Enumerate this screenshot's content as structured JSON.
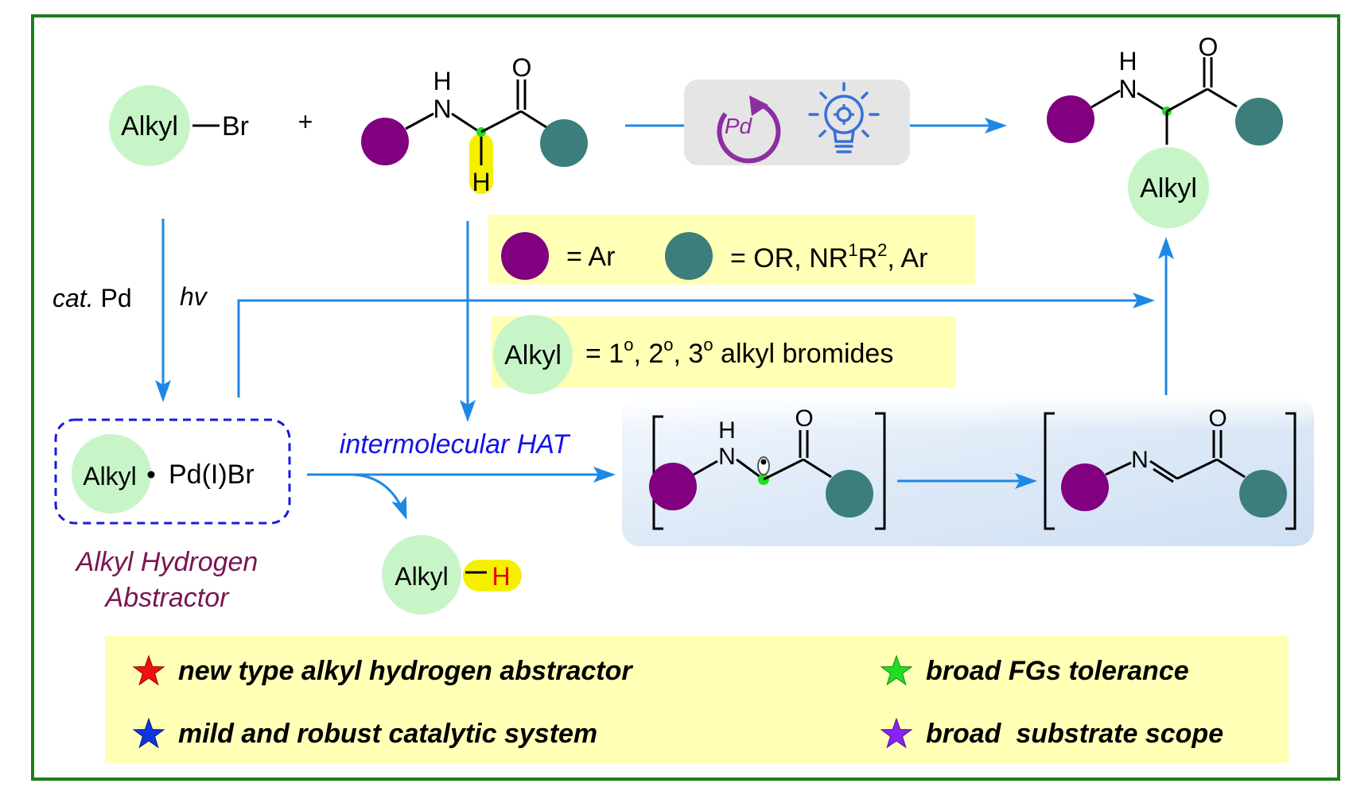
{
  "colors": {
    "frame": "#1e7d1e",
    "arrow": "#1e88e5",
    "purple": "#800080",
    "teal": "#3b7e7c",
    "alkyl_bubble": "#c8f5c8",
    "highlight": "#ffff9e",
    "yellow_strong": "#f5f000",
    "abstractor_text": "#7a1650",
    "hat_text": "#1414e6",
    "box_border": "#1a1adc",
    "red_h": "#e60000",
    "green_dot": "#22dd22",
    "pd_purple": "#8b2fa0",
    "bulb_blue": "#3a6fd8"
  },
  "reaction": {
    "alkyl": "Alkyl",
    "br": "Br",
    "plus": "+",
    "n": "N",
    "h": "H",
    "o": "O",
    "pd": "Pd"
  },
  "legend": {
    "ar": "= Ar",
    "teal_def": "= OR, NR",
    "sup1": "1",
    "r2": "R",
    "sup2": "2",
    "ar2": ", Ar",
    "alkyl_eq": "= 1",
    "deg": "o",
    "comma2": ", 2",
    "comma3": ", 3",
    "bromides": " alkyl bromides"
  },
  "conditions": {
    "cat": "cat.",
    "pd": " Pd",
    "hv": "hv"
  },
  "intermediates": {
    "radical_pair": "Alkyl",
    "pd_species": "Pd(I)Br",
    "abstractor_line1": "Alkyl Hydrogen",
    "abstractor_line2": "Abstractor",
    "hat_label": "intermolecular HAT",
    "byproduct_h": "H"
  },
  "features": [
    {
      "text": "new type alkyl hydrogen abstractor",
      "star_color": "#ee1111"
    },
    {
      "text": "broad FGs tolerance",
      "star_color": "#22dd22"
    },
    {
      "text": "mild and robust catalytic system",
      "star_color": "#1133dd"
    },
    {
      "text": "broad  substrate scope",
      "star_color": "#8822ee"
    }
  ]
}
